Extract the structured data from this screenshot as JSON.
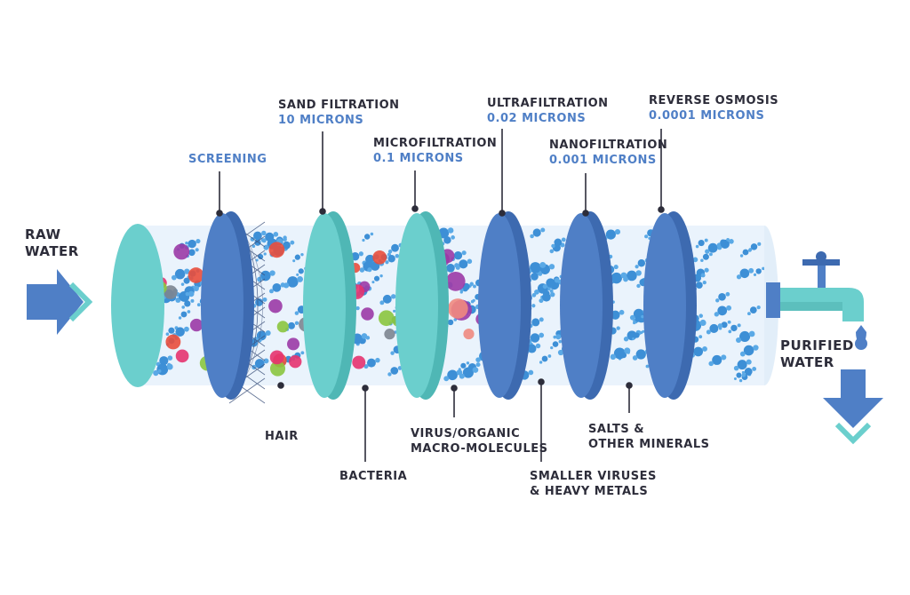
{
  "input": {
    "label_line1": "RAW",
    "label_line2": "WATER"
  },
  "output": {
    "label_line1": "PURIFIED",
    "label_line2": "WATER"
  },
  "stages": [
    {
      "id": "screening",
      "name": "SCREENING",
      "size": "",
      "color": "#4f7fc6"
    },
    {
      "id": "sand",
      "name": "SAND FILTRATION",
      "size": "10 MICRONS",
      "color": "#6bcfcd"
    },
    {
      "id": "micro",
      "name": "MICROFILTRATION",
      "size": "0.1 MICRONS",
      "color": "#6bcfcd"
    },
    {
      "id": "ultra",
      "name": "ULTRAFILTRATION",
      "size": "0.02 MICRONS",
      "color": "#4f7fc6"
    },
    {
      "id": "nano",
      "name": "NANOFILTRATION",
      "size": "0.001 MICRONS",
      "color": "#4f7fc6"
    },
    {
      "id": "ro",
      "name": "REVERSE OSMOSIS",
      "size": "0.0001 MICRONS",
      "color": "#4f7fc6"
    }
  ],
  "removed": {
    "hair": "HAIR",
    "bacteria": "BACTERIA",
    "virus_line1": "VIRUS/ORGANIC",
    "virus_line2": "MACRO-MOLECULES",
    "small_line1": "SMALLER VIRUSES",
    "small_line2": "& HEAVY METALS",
    "salts_line1": "SALTS &",
    "salts_line2": "OTHER MINERALS"
  },
  "colors": {
    "teal": "#6bcfcd",
    "blue": "#4f7fc6",
    "dark_blue": "#3d6ab0",
    "pipe": "#e9f2fb",
    "text": "#2d2d3a"
  }
}
